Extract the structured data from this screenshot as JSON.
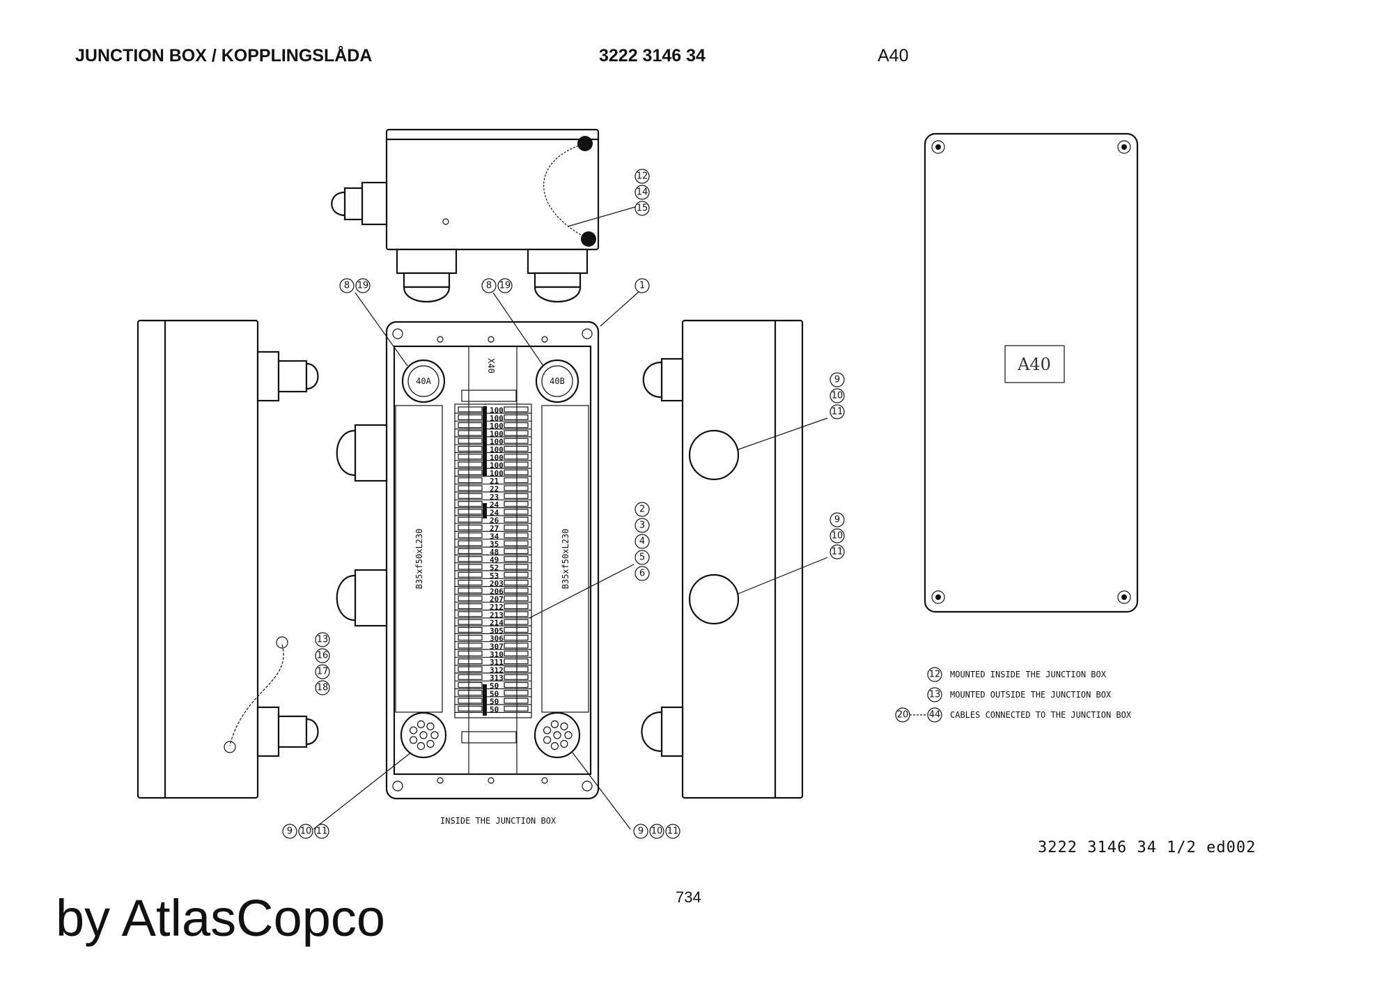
{
  "header": {
    "title": "JUNCTION BOX / KOPPLINGSLÅDA",
    "part_number": "3222 3146 34",
    "code": "A40"
  },
  "footer": {
    "brand": "by AtlasCopco",
    "page_number": "734",
    "drawing_ref": "3222 3146 34 1/2 ed002"
  },
  "drawing": {
    "cover_label": "A40",
    "terminal_block_label": "X40",
    "rail_label": "B35xf50xL230",
    "inner_label": "INSIDE THE JUNCTION BOX",
    "gland_labels": [
      "40A",
      "40B"
    ],
    "terminals": [
      "100",
      "100",
      "100",
      "100",
      "100",
      "100",
      "100",
      "100",
      "100",
      "21",
      "22",
      "23",
      "24",
      "24",
      "26",
      "27",
      "34",
      "35",
      "48",
      "49",
      "52",
      "53",
      "203",
      "206",
      "207",
      "212",
      "213",
      "214",
      "305",
      "306",
      "307",
      "310",
      "311",
      "312",
      "313",
      "50",
      "50",
      "50",
      "50"
    ],
    "callouts": {
      "top_box": [
        "12",
        "14",
        "15"
      ],
      "gland_left": [
        "8",
        "19"
      ],
      "gland_right": [
        "8",
        "19"
      ],
      "cover": [
        "1"
      ],
      "right_gland_upper": [
        "9",
        "10",
        "11"
      ],
      "right_gland_lower": [
        "9",
        "10",
        "11"
      ],
      "terminals": [
        "2",
        "3",
        "4",
        "5",
        "6"
      ],
      "earth": [
        "13",
        "16",
        "17",
        "18"
      ],
      "bottom_left": [
        "9",
        "10",
        "11"
      ],
      "bottom_right": [
        "9",
        "10",
        "11"
      ]
    }
  },
  "legend": [
    {
      "ref": "12",
      "text": "MOUNTED INSIDE THE JUNCTION BOX"
    },
    {
      "ref": "13",
      "text": "MOUNTED OUTSIDE THE JUNCTION BOX"
    },
    {
      "ref": "44",
      "prefix": "20",
      "text": "CABLES CONNECTED TO THE JUNCTION BOX"
    }
  ]
}
